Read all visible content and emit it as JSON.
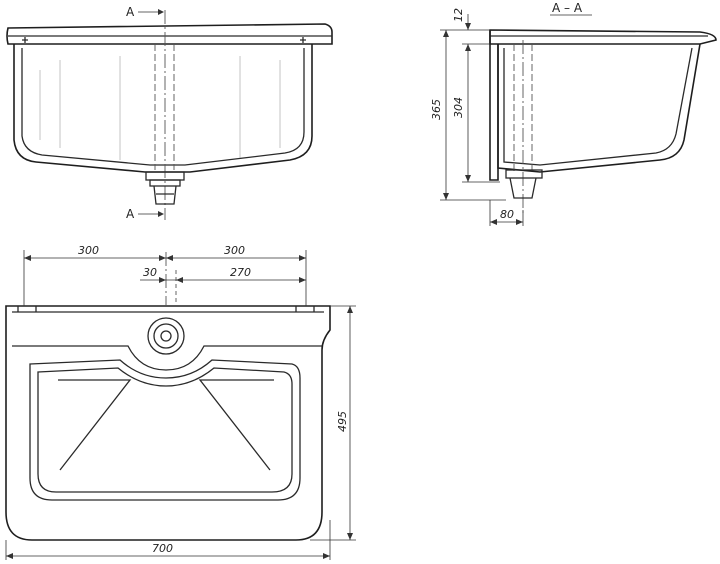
{
  "section": {
    "marker_top": "A",
    "marker_bottom": "A",
    "title": "A – A"
  },
  "dimensions": {
    "side_total_height": "365",
    "side_basin_height": "304",
    "side_rim": "12",
    "side_outlet_offset": "80",
    "plan_left_half": "300",
    "plan_right_half": "300",
    "plan_drain_width": "30",
    "plan_drain_to_edge": "270",
    "plan_depth": "495",
    "plan_total_width": "700"
  },
  "colors": {
    "line": "#2a2a2a",
    "background": "#ffffff"
  }
}
